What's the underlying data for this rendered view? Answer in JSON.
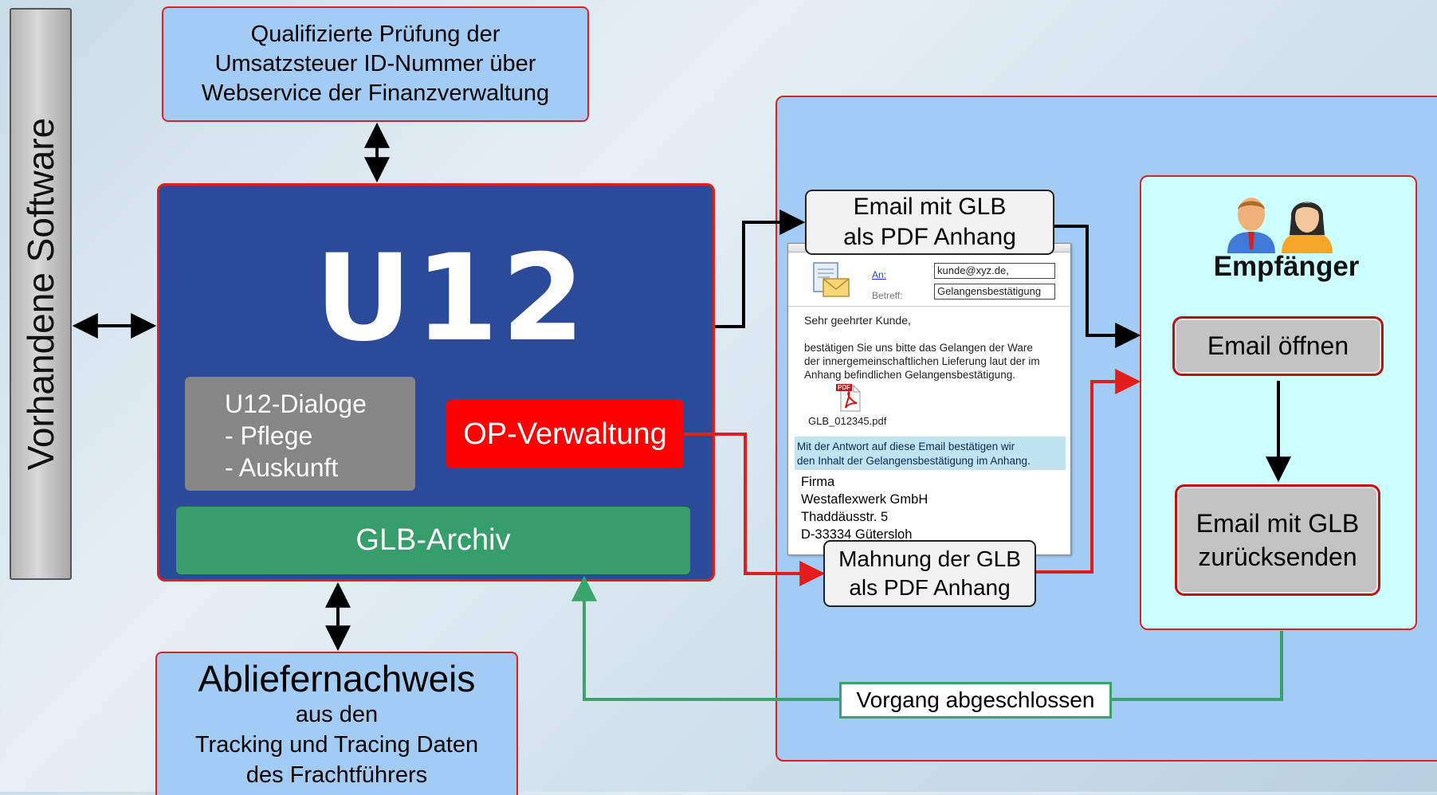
{
  "sidebar": {
    "label": "Vorhandene Software"
  },
  "top_box": {
    "lines": [
      "Qualifizierte Prüfung der",
      "Umsatzsteuer ID-Nummer über",
      "Webservice der Finanzverwaltung"
    ]
  },
  "u12": {
    "title": "U12",
    "dialoge_lines": [
      "U12-Dialoge",
      "- Pflege",
      "- Auskunft"
    ],
    "op": "OP-Verwaltung",
    "archiv": "GLB-Archiv"
  },
  "bottom_box": {
    "title": "Abliefernachweis",
    "lines": [
      "aus den",
      "Tracking und Tracing Daten",
      "des Frachtführers"
    ]
  },
  "callout_email": {
    "lines": [
      "Email mit GLB",
      "als PDF Anhang"
    ]
  },
  "callout_mahnung": {
    "lines": [
      "Mahnung der GLB",
      "als PDF Anhang"
    ]
  },
  "email_window": {
    "to_label": "An:",
    "to_value": "kunde@xyz.de,",
    "subject_label": "Betreff:",
    "subject_value": "Gelangensbestätigung",
    "greeting": "Sehr geehrter Kunde,",
    "body_lines": [
      "bestätigen Sie uns bitte das Gelangen der Ware",
      "der innergemeinschaftlichen Lieferung laut der im",
      "Anhang befindlichen Gelangensbestätigung."
    ],
    "attachment": "GLB_012345.pdf",
    "pdf_badge": "PDF",
    "highlight_lines": [
      "Mit der Antwort auf diese Email bestätigen wir",
      "den Inhalt der Gelangensbestätigung im Anhang."
    ],
    "signature_lines": [
      "Firma",
      "Westaflexwerk GmbH",
      "Thaddäusstr. 5",
      "D-33334 Gütersloh"
    ]
  },
  "recipient": {
    "title": "Empfänger",
    "open": "Email öffnen",
    "reply_lines": [
      "Email mit GLB",
      "zurücksenden"
    ]
  },
  "status": {
    "done": "Vorgang abgeschlossen"
  },
  "colors": {
    "u12_bg": "#2c4a9a",
    "op_bg": "#ff0000",
    "archiv_bg": "#369e6a",
    "panel_bg": "#a3ccf5",
    "recipient_bg": "#ccffff",
    "border_red": "#e02020",
    "arrow_green": "#3aa46a"
  }
}
